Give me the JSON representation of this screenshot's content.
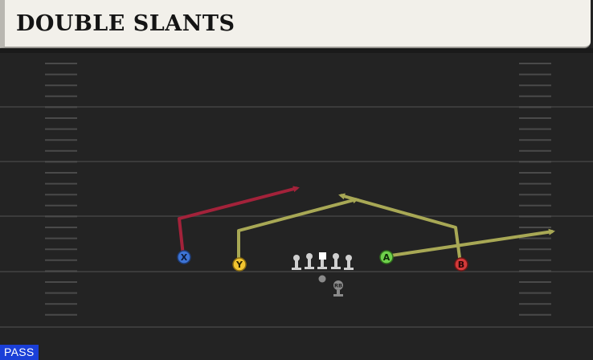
{
  "play": {
    "title": "DOUBLE SLANTS",
    "play_type": "PASS"
  },
  "colors": {
    "field": "#232323",
    "yard_line": "#3b3b3b",
    "hash": "#4a4a4a",
    "route_primary": "#a8a855",
    "route_x": "#a3223a",
    "x_receiver": "#3d74d6",
    "y_receiver": "#f2c530",
    "a_receiver": "#6fd14b",
    "b_receiver": "#d33a3a",
    "title_bg": "#f2f0ea",
    "badge": "#1a3fd8"
  },
  "players": [
    {
      "label": "X",
      "role": "receiver",
      "color": "#3d74d6",
      "icon": "x-receiver-icon"
    },
    {
      "label": "Y",
      "role": "receiver",
      "color": "#f2c530",
      "icon": "y-receiver-icon"
    },
    {
      "label": "A",
      "role": "receiver",
      "color": "#6fd14b",
      "icon": "a-receiver-icon"
    },
    {
      "label": "B",
      "role": "receiver",
      "color": "#d33a3a",
      "icon": "b-receiver-icon"
    },
    {
      "label": "RB",
      "role": "running back",
      "icon": "running-back-icon"
    }
  ],
  "routes": [
    {
      "player": "X",
      "type": "slant",
      "color": "#a3223a"
    },
    {
      "player": "Y",
      "type": "slant",
      "color": "#a8a855"
    },
    {
      "player": "A",
      "type": "out",
      "color": "#a8a855"
    },
    {
      "player": "B",
      "type": "slant",
      "color": "#a8a855"
    }
  ]
}
